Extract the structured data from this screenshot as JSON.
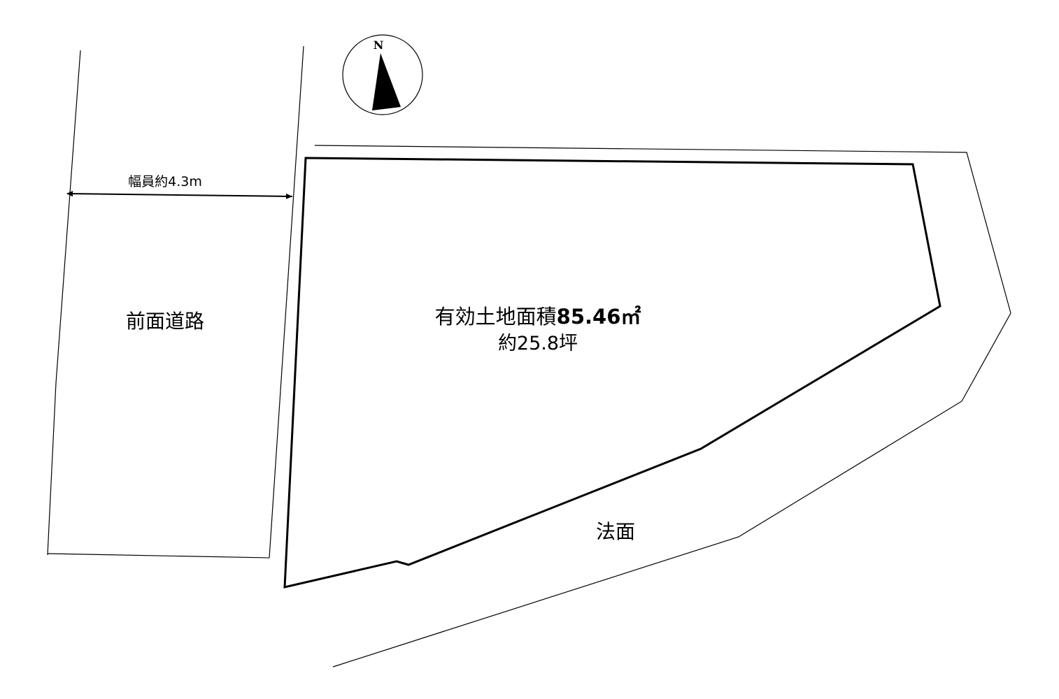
{
  "road": {
    "label": "前面道路",
    "width_label": "幅員約4.3m"
  },
  "lot": {
    "area_prefix": "有効土地面積",
    "area_value": "85.46㎡",
    "tsubo_label": "約25.8坪"
  },
  "slope": {
    "label": "法面"
  },
  "compass": {
    "letter": "N",
    "icon": "north-arrow-icon"
  },
  "colors": {
    "line": "#000000",
    "background": "#ffffff"
  }
}
